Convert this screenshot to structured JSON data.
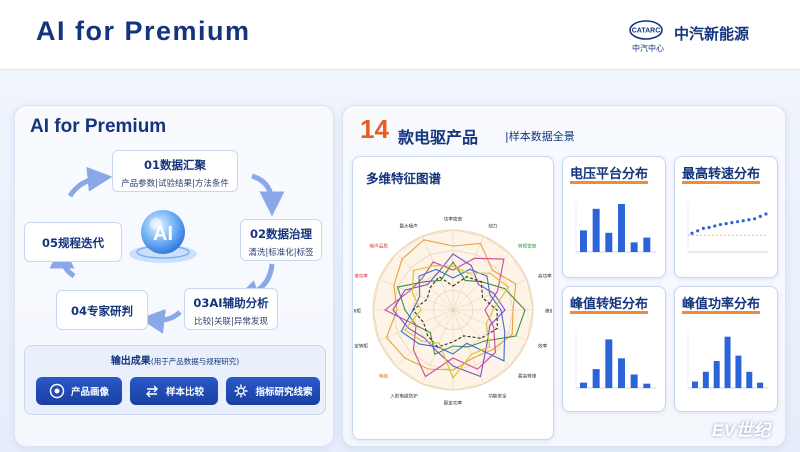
{
  "header": {
    "title": "AI for Premium",
    "logo_text": "CATARC",
    "logo_sub": "中汽中心",
    "brand": "中汽新能源"
  },
  "left": {
    "title": "AI for Premium",
    "center": "AI",
    "steps": [
      {
        "title": "01数据汇聚",
        "sub": "产品参数|试验结果|方法条件"
      },
      {
        "title": "02数据治理",
        "sub": "清洗|标准化|标签"
      },
      {
        "title": "03AI辅助分析",
        "sub": "比较|关联|异常发现"
      },
      {
        "title": "04专家研判",
        "sub": ""
      },
      {
        "title": "05规程迭代",
        "sub": ""
      }
    ],
    "output": {
      "title": "输出成果",
      "note": "(用于产品数据与规程研究)",
      "buttons": [
        "产品画像",
        "样本比较",
        "指标研究线索"
      ]
    }
  },
  "right": {
    "count": "14",
    "label": "款电驱产品",
    "sub": "|样本数据全景",
    "radar": {
      "title": "多维特征图谱",
      "axes": [
        "功率密度",
        "动力",
        "转矩密度",
        "高功率转速效率",
        "峰值转速",
        "效率",
        "最高转速",
        "功能安全",
        "额定功率",
        "入射电磁防护",
        "电磁",
        "额定转矩",
        "峰值转矩",
        "峰值功率",
        "噪声品质",
        "最大噪声"
      ]
    },
    "cards": [
      "电压平台分布",
      "最高转速分布",
      "峰值转矩分布",
      "峰值功率分布"
    ]
  },
  "chart_data": [
    {
      "type": "bar",
      "title": "电压平台分布",
      "values": [
        0.45,
        0.9,
        0.4,
        1.0,
        0.2,
        0.3
      ]
    },
    {
      "type": "scatter",
      "title": "最高转速分布",
      "values": [
        0.1,
        0.15,
        0.2,
        0.22,
        0.25,
        0.28,
        0.3,
        0.32,
        0.34,
        0.36,
        0.38,
        0.4,
        0.45,
        0.5
      ]
    },
    {
      "type": "bar",
      "title": "峰值转矩分布",
      "values": [
        0.1,
        0.35,
        0.9,
        0.55,
        0.25,
        0.08
      ]
    },
    {
      "type": "bar",
      "title": "峰值功率分布",
      "values": [
        0.12,
        0.3,
        0.5,
        0.95,
        0.6,
        0.3,
        0.1
      ]
    }
  ],
  "watermark": "EV世纪",
  "colors": {
    "primary": "#14357d",
    "accent": "#e85d1f",
    "bar": "#2b63d9"
  }
}
